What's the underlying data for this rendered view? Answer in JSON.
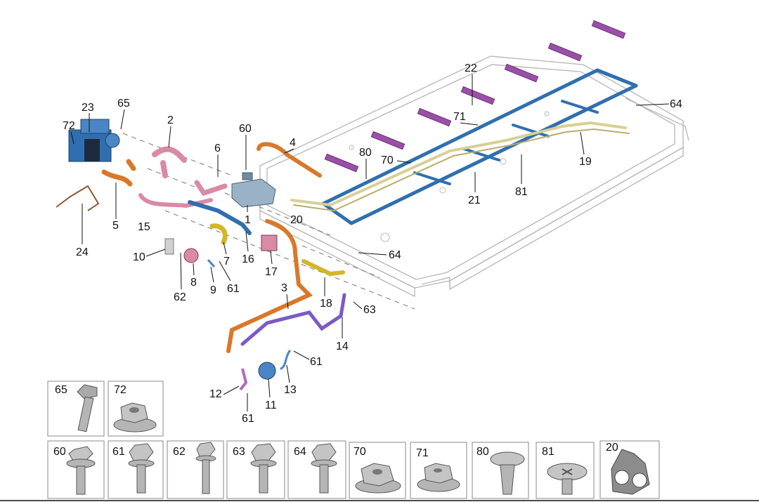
{
  "callouts": [
    {
      "id": "c23",
      "text": "23"
    },
    {
      "id": "c65",
      "text": "65"
    },
    {
      "id": "c72",
      "text": "72"
    },
    {
      "id": "c2",
      "text": "2"
    },
    {
      "id": "c6",
      "text": "6"
    },
    {
      "id": "c60",
      "text": "60"
    },
    {
      "id": "c4",
      "text": "4"
    },
    {
      "id": "c22",
      "text": "22"
    },
    {
      "id": "c71",
      "text": "71"
    },
    {
      "id": "c64a",
      "text": "64"
    },
    {
      "id": "c80",
      "text": "80"
    },
    {
      "id": "c70",
      "text": "70"
    },
    {
      "id": "c19",
      "text": "19"
    },
    {
      "id": "c21",
      "text": "21"
    },
    {
      "id": "c81",
      "text": "81"
    },
    {
      "id": "c5",
      "text": "5"
    },
    {
      "id": "c15",
      "text": "15"
    },
    {
      "id": "c24",
      "text": "24"
    },
    {
      "id": "c1",
      "text": "1"
    },
    {
      "id": "c20",
      "text": "20"
    },
    {
      "id": "c10",
      "text": "10"
    },
    {
      "id": "c7",
      "text": "7"
    },
    {
      "id": "c16",
      "text": "16"
    },
    {
      "id": "c17",
      "text": "17"
    },
    {
      "id": "c64b",
      "text": "64"
    },
    {
      "id": "c8",
      "text": "8"
    },
    {
      "id": "c9",
      "text": "9"
    },
    {
      "id": "c61a",
      "text": "61"
    },
    {
      "id": "c62",
      "text": "62"
    },
    {
      "id": "c3",
      "text": "3"
    },
    {
      "id": "c18",
      "text": "18"
    },
    {
      "id": "c63",
      "text": "63"
    },
    {
      "id": "c14",
      "text": "14"
    },
    {
      "id": "c61b",
      "text": "61"
    },
    {
      "id": "c12",
      "text": "12"
    },
    {
      "id": "c13",
      "text": "13"
    },
    {
      "id": "c11",
      "text": "11"
    },
    {
      "id": "c61c",
      "text": "61"
    }
  ],
  "hardware": [
    {
      "id": "h65",
      "text": "65",
      "shape": "long-bolt"
    },
    {
      "id": "h72",
      "text": "72",
      "shape": "flange-nut"
    },
    {
      "id": "h60",
      "text": "60",
      "shape": "washer-bolt"
    },
    {
      "id": "h61",
      "text": "61",
      "shape": "flange-bolt"
    },
    {
      "id": "h62",
      "text": "62",
      "shape": "threaded-bolt"
    },
    {
      "id": "h63",
      "text": "63",
      "shape": "flange-bolt"
    },
    {
      "id": "h64",
      "text": "64",
      "shape": "flange-bolt"
    },
    {
      "id": "h70",
      "text": "70",
      "shape": "flange-nut"
    },
    {
      "id": "h71",
      "text": "71",
      "shape": "flange-nut"
    },
    {
      "id": "h80",
      "text": "80",
      "shape": "push-rivet"
    },
    {
      "id": "h81",
      "text": "81",
      "shape": "phillips-clip"
    },
    {
      "id": "h20",
      "text": "20",
      "shape": "pipe-clip"
    }
  ],
  "colors": {
    "blue": "#2f6fb0",
    "orange": "#d9782a",
    "pink": "#d98aa6",
    "yellow": "#d4b62a",
    "purple": "#7a5ac8",
    "cream": "#d8cf96",
    "magenta": "#9b4fa8",
    "metal": "#a8a8a8"
  }
}
